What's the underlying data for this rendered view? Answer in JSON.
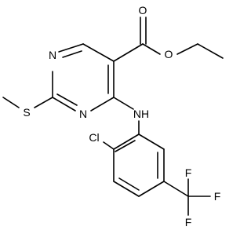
{
  "molecule": {
    "atoms": {
      "o_carbonyl": "O",
      "o_ester": "O",
      "n1": "N",
      "n3": "N",
      "s": "S",
      "nh": "NH",
      "cl": "Cl",
      "f_top": "F",
      "f_right": "F",
      "f_bottom": "F"
    }
  }
}
